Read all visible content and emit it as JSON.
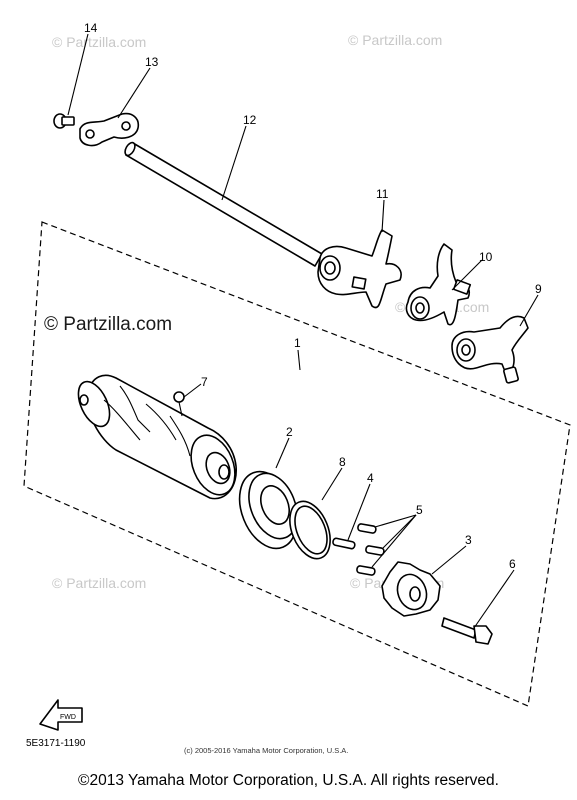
{
  "watermarks": {
    "top_left": "© Partzilla.com",
    "top_right": "© Partzilla.com",
    "mid_left": "© Partzilla.com",
    "mid_right": "© Partzilla.com",
    "low_left": "© Partzilla.com",
    "low_right": "© Partzilla.com",
    "dark": "© Partzilla.com"
  },
  "callouts": [
    "1",
    "2",
    "3",
    "4",
    "5",
    "6",
    "7",
    "8",
    "9",
    "10",
    "11",
    "12",
    "13",
    "14"
  ],
  "diagram_code": "5E3171-1190",
  "small_copyright": "(c) 2005-2016 Yamaha Motor Corporation, U.S.A.",
  "footer": "©2013 Yamaha Motor Corporation, U.S.A. All rights reserved.",
  "fwd_label": "FWD"
}
